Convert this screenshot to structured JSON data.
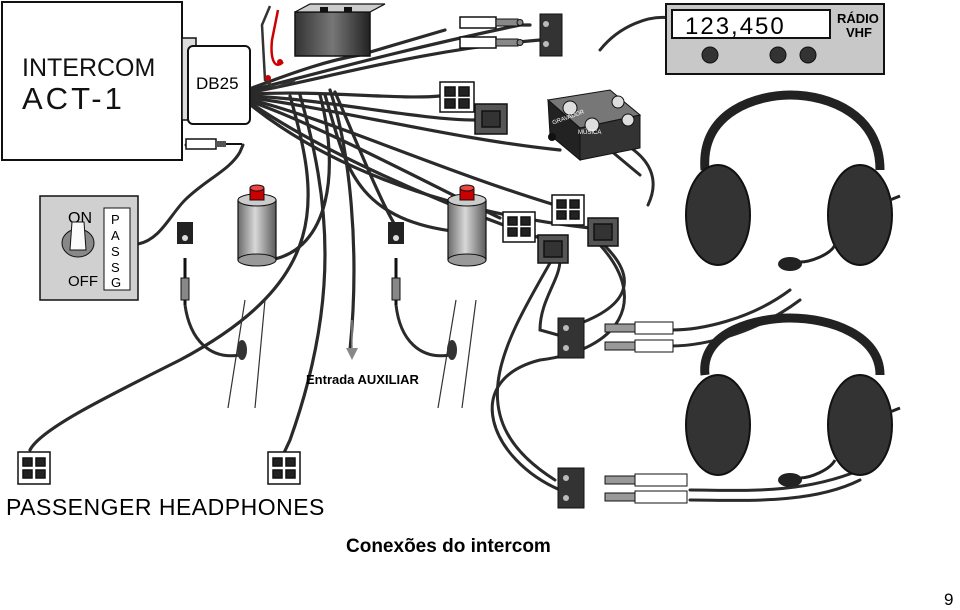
{
  "intercom": {
    "line1": "INTERCOM",
    "line2": "ACT-1",
    "connector": "DB25"
  },
  "switch": {
    "on": "ON",
    "off": "OFF",
    "pass": [
      "P",
      "A",
      "S",
      "S",
      "G"
    ]
  },
  "radio": {
    "frequency": "123,450",
    "label1": "RÁDIO",
    "label2": "VHF"
  },
  "player": {
    "label1": "GRAVADOR",
    "label2": "MÚSICA"
  },
  "aux_label": "Entrada AUXILIAR",
  "passenger_label": "PASSENGER HEADPHONES",
  "caption": "Conexões do intercom",
  "page_number": "9"
}
